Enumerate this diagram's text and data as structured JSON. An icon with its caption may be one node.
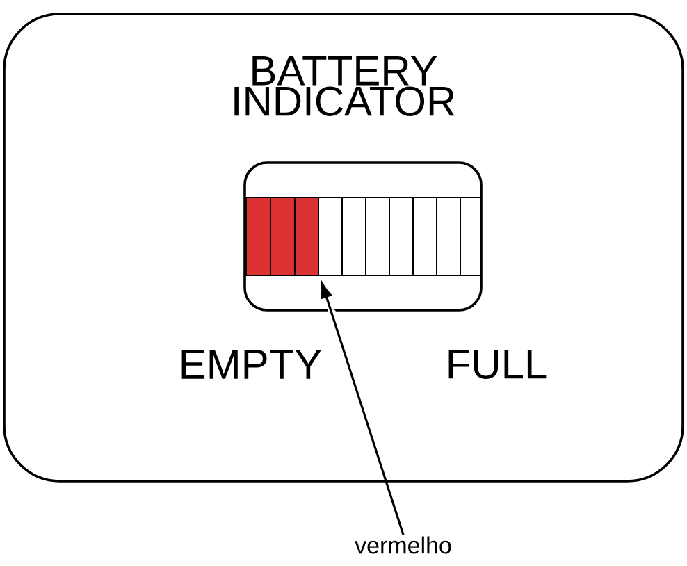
{
  "diagram": {
    "nodes": [
      {
        "text": [
          "BATTERY INDICATOR",
          "EMPTY",
          "FULL"
        ]
      },
      {
        "text": [],
        "shape": "bar",
        "in": 0
      },
      {
        "text": [
          "vermelho"
        ]
      },
      {
        "text": [],
        "shape": "bar",
        "in": 1
      }
    ],
    "edges": [
      {
        "from": 2,
        "to": 3,
        "arrow": "to"
      }
    ]
  }
}
